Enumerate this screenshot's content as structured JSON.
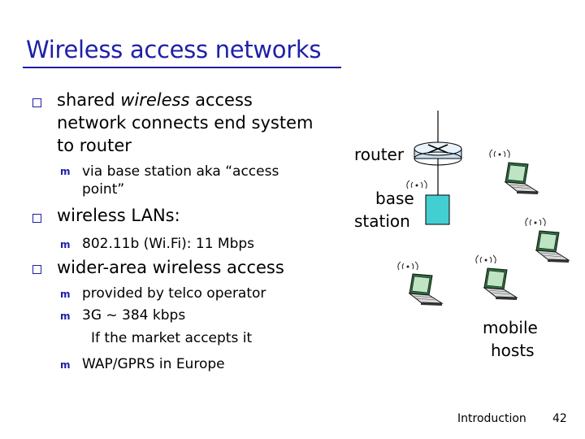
{
  "slide": {
    "title": "Wireless access networks",
    "bullets": [
      {
        "line1_pre": "shared ",
        "line1_em": "wireless",
        "line1_post": " access",
        "line2": "network connects end system",
        "line3": "to router"
      },
      {
        "sub": "via base station aka “access",
        "sub2": "point”"
      },
      {
        "text": "wireless LANs:"
      },
      {
        "sub": "802.11b (Wi.Fi): 11 Mbps"
      },
      {
        "text": "wider-area wireless access"
      },
      {
        "sub": "provided by telco operator"
      },
      {
        "sub": "3G ~ 384 kbps"
      },
      {
        "note": "If the market accepts it"
      },
      {
        "sub": "WAP/GPRS in Europe"
      }
    ],
    "diagram": {
      "router_label": "router",
      "base_label_1": "base",
      "base_label_2": "station",
      "hosts_label_1": "mobile",
      "hosts_label_2": "hosts"
    },
    "footer": {
      "section": "Introduction",
      "page": "42"
    }
  }
}
